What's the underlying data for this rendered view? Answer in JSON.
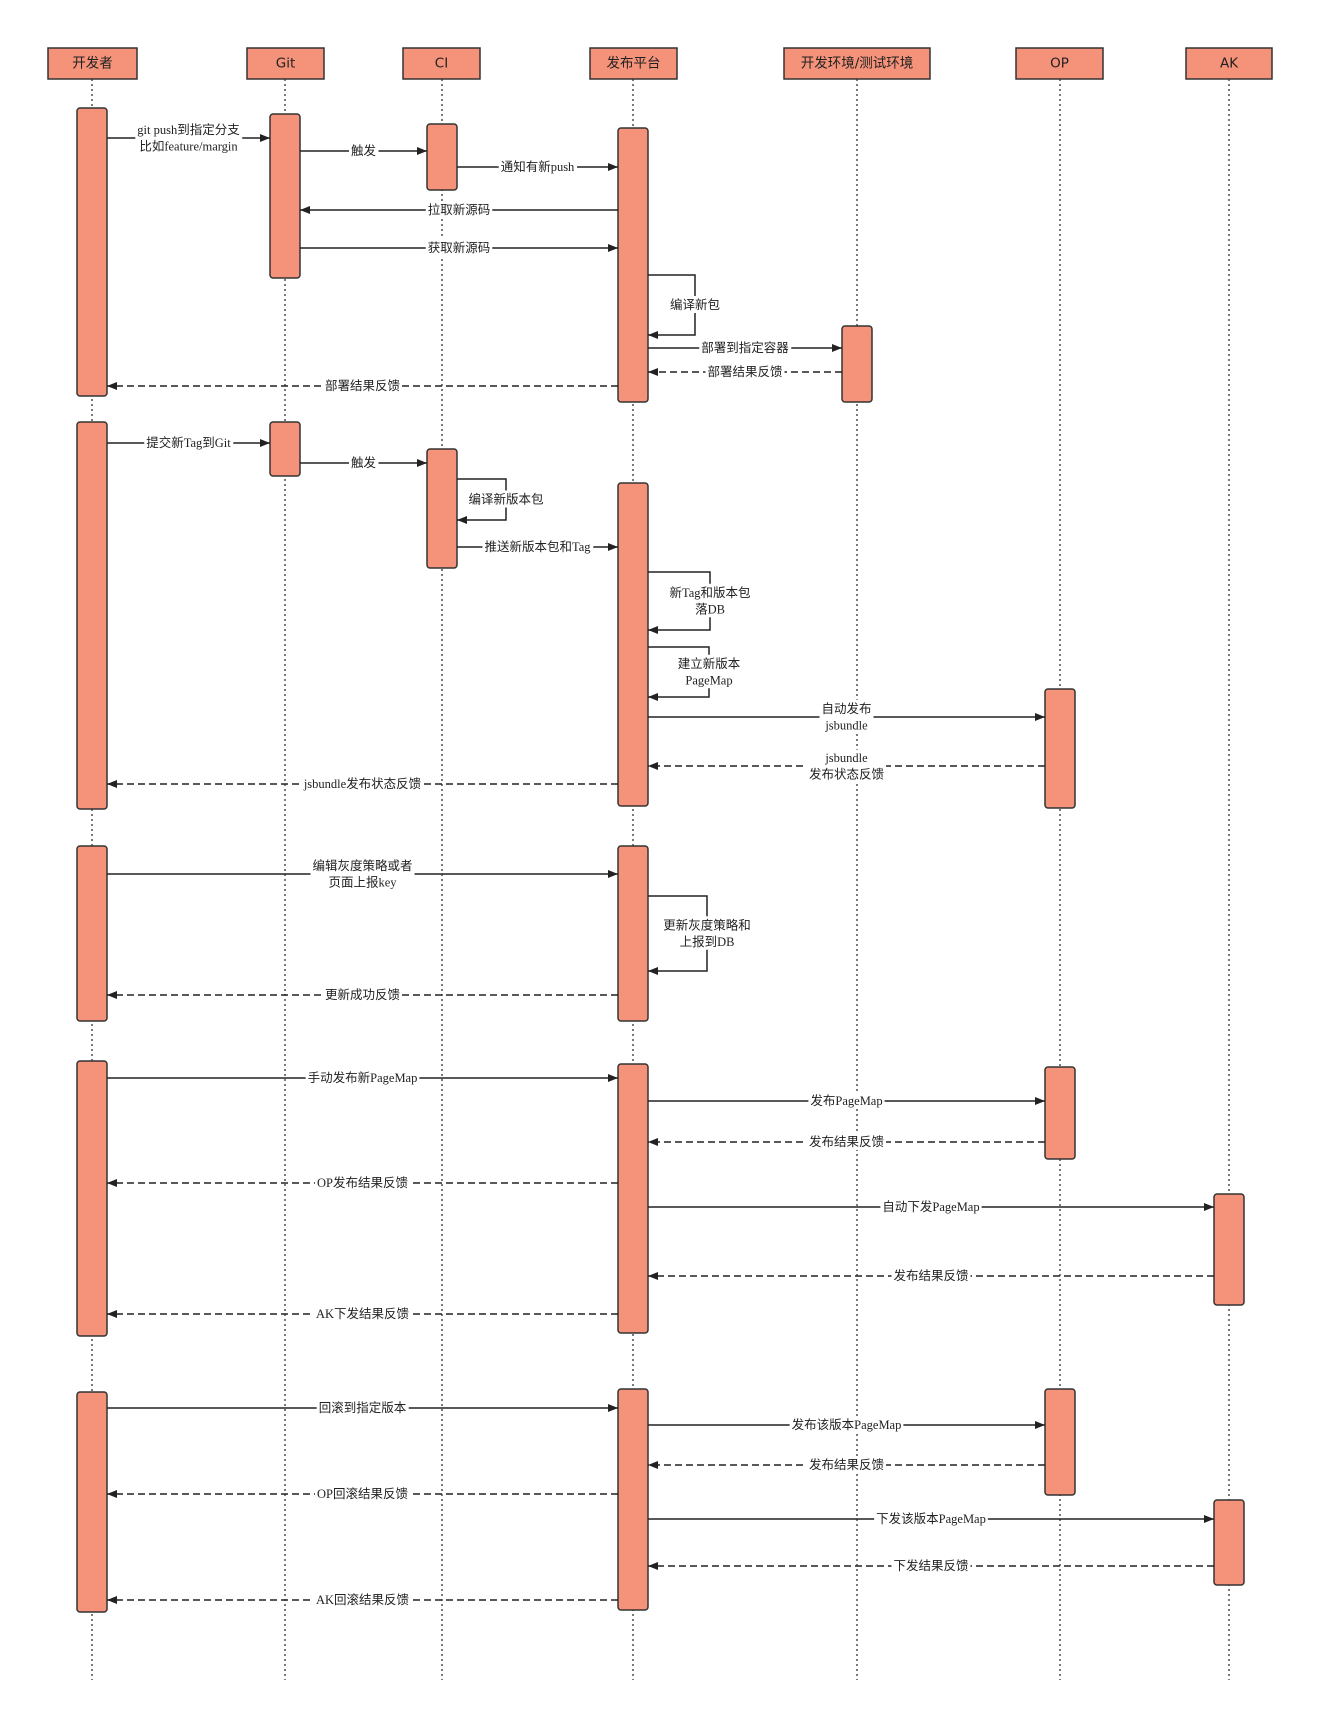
{
  "participants": [
    {
      "name": "开发者"
    },
    {
      "name": "Git"
    },
    {
      "name": "CI"
    },
    {
      "name": "发布平台"
    },
    {
      "name": "开发环境/测试环境"
    },
    {
      "name": "OP"
    },
    {
      "name": "AK"
    }
  ],
  "messages": [
    {
      "from": 0,
      "to": 1,
      "reply": false,
      "label": [
        "git push到指定分支",
        "比如feature/margin"
      ]
    },
    {
      "from": 1,
      "to": 2,
      "reply": false,
      "label": [
        "触发"
      ]
    },
    {
      "from": 2,
      "to": 3,
      "reply": false,
      "label": [
        "通知有新push"
      ]
    },
    {
      "from": 3,
      "to": 1,
      "reply": false,
      "label": [
        "拉取新源码"
      ]
    },
    {
      "from": 1,
      "to": 3,
      "reply": false,
      "label": [
        "获取新源码"
      ]
    },
    {
      "from": 3,
      "to": 3,
      "reply": false,
      "label": [
        "编译新包"
      ]
    },
    {
      "from": 3,
      "to": 4,
      "reply": false,
      "label": [
        "部署到指定容器"
      ]
    },
    {
      "from": 4,
      "to": 3,
      "reply": true,
      "label": [
        "部署结果反馈"
      ]
    },
    {
      "from": 3,
      "to": 0,
      "reply": true,
      "label": [
        "部署结果反馈"
      ]
    },
    {
      "from": 0,
      "to": 1,
      "reply": false,
      "label": [
        "提交新Tag到Git"
      ]
    },
    {
      "from": 1,
      "to": 2,
      "reply": false,
      "label": [
        "触发"
      ]
    },
    {
      "from": 2,
      "to": 2,
      "reply": false,
      "label": [
        "编译新版本包"
      ]
    },
    {
      "from": 2,
      "to": 3,
      "reply": false,
      "label": [
        "推送新版本包和Tag"
      ]
    },
    {
      "from": 3,
      "to": 3,
      "reply": false,
      "label": [
        "新Tag和版本包",
        "落DB"
      ]
    },
    {
      "from": 3,
      "to": 3,
      "reply": false,
      "label": [
        "建立新版本",
        "PageMap"
      ]
    },
    {
      "from": 3,
      "to": 5,
      "reply": false,
      "label": [
        "自动发布",
        "jsbundle"
      ]
    },
    {
      "from": 5,
      "to": 3,
      "reply": true,
      "label": [
        "jsbundle",
        "发布状态反馈"
      ]
    },
    {
      "from": 3,
      "to": 0,
      "reply": true,
      "label": [
        "jsbundle发布状态反馈"
      ]
    },
    {
      "from": 0,
      "to": 3,
      "reply": false,
      "label": [
        "编辑灰度策略或者",
        "页面上报key"
      ]
    },
    {
      "from": 3,
      "to": 3,
      "reply": false,
      "label": [
        "更新灰度策略和",
        "上报到DB"
      ]
    },
    {
      "from": 3,
      "to": 0,
      "reply": true,
      "label": [
        "更新成功反馈"
      ]
    },
    {
      "from": 0,
      "to": 3,
      "reply": false,
      "label": [
        "手动发布新PageMap"
      ]
    },
    {
      "from": 3,
      "to": 5,
      "reply": false,
      "label": [
        "发布PageMap"
      ]
    },
    {
      "from": 5,
      "to": 3,
      "reply": true,
      "label": [
        "发布结果反馈"
      ]
    },
    {
      "from": 3,
      "to": 0,
      "reply": true,
      "label": [
        "OP发布结果反馈"
      ]
    },
    {
      "from": 3,
      "to": 6,
      "reply": false,
      "label": [
        "自动下发PageMap"
      ]
    },
    {
      "from": 6,
      "to": 3,
      "reply": true,
      "label": [
        "发布结果反馈"
      ]
    },
    {
      "from": 3,
      "to": 0,
      "reply": true,
      "label": [
        "AK下发结果反馈"
      ]
    },
    {
      "from": 0,
      "to": 3,
      "reply": false,
      "label": [
        "回滚到指定版本"
      ]
    },
    {
      "from": 3,
      "to": 5,
      "reply": false,
      "label": [
        "发布该版本PageMap"
      ]
    },
    {
      "from": 5,
      "to": 3,
      "reply": true,
      "label": [
        "发布结果反馈"
      ]
    },
    {
      "from": 3,
      "to": 0,
      "reply": true,
      "label": [
        "OP回滚结果反馈"
      ]
    },
    {
      "from": 3,
      "to": 6,
      "reply": false,
      "label": [
        "下发该版本PageMap"
      ]
    },
    {
      "from": 6,
      "to": 3,
      "reply": true,
      "label": [
        "下发结果反馈"
      ]
    },
    {
      "from": 3,
      "to": 0,
      "reply": true,
      "label": [
        "AK回滚结果反馈"
      ]
    }
  ],
  "colors": {
    "fill": "#f4927a",
    "stroke": "#333333",
    "line": "#222222",
    "label_background": "#ffffff"
  }
}
